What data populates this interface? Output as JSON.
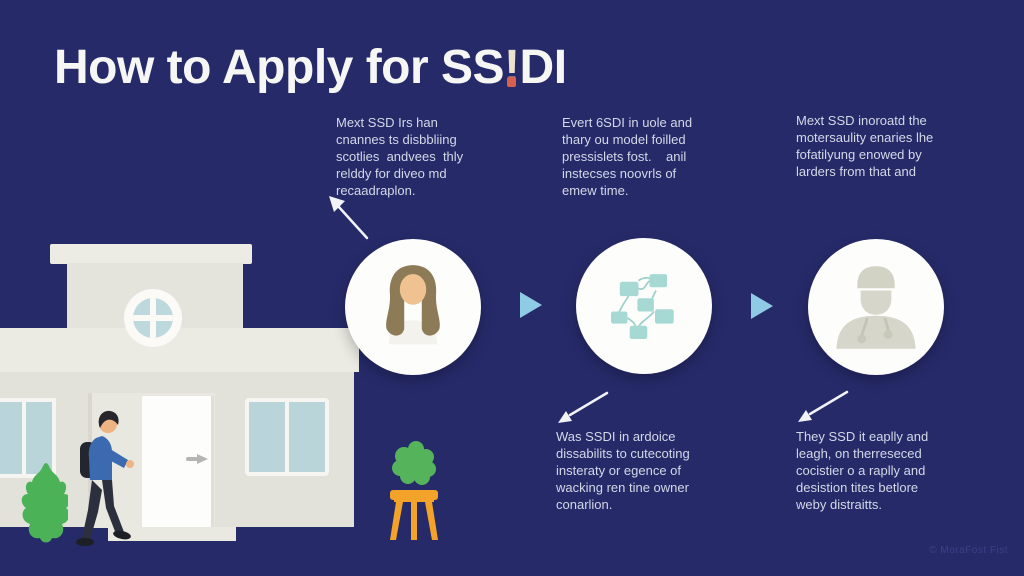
{
  "title": {
    "part1": "How to Apply for SS",
    "bang": "!",
    "part2": "DI"
  },
  "notes": {
    "top": [
      {
        "text": "Mext SSD Irs han\ncnannes ts disbbliing\nscotlies  andvees  thly\nrelddy for diveo md\nrecaadraplon."
      },
      {
        "text": "Evert 6SDI in uole and\nthary ou model foilled\npressislets fost.    anil\ninstecses noovrls of\nemew time."
      },
      {
        "text": "Mext SSD inoroatd the\nmotersaulity enaries lhe\nfofatilyung enowed by\nlarders from that and"
      }
    ],
    "bottom": [
      {
        "text": "Was SSDI in ardoice\ndissabilits to cutecoting\ninsteraty or egence of\nwacking ren tine owner\nconarlion."
      },
      {
        "text": "They SSD it eaplly and\nleagh, on therreseced\ncocistier o a raplly and\ndesistion tites betlore\nweby distraitts."
      }
    ]
  },
  "icons": {
    "step1": "applicant-avatar",
    "step2": "process-flowchart",
    "step3": "doctor-avatar",
    "flow": "play-triangle-arrow",
    "annotation": "diagonal-pointer-arrow",
    "scene": [
      "office-building",
      "walking-person",
      "bush",
      "plant-on-stool"
    ]
  },
  "watermark": "© MoraFost Fist",
  "colors": {
    "background": "#262a69",
    "title_text": "#f6f6f4",
    "bang_bar": "#ece3cd",
    "bang_dot": "#d95f4f",
    "note_text": "#d3d8e8",
    "accent_light_blue": "#90cbe6",
    "building_wall": "#e4e4dd",
    "window_pane": "#b9d5da",
    "flowchart_teal": "#a6d9d4",
    "doctor_gray": "#d6d6ca",
    "hair_brown": "#8d7b58",
    "skin_tan": "#f0c191",
    "jacket_blue": "#3c6ab0",
    "plant_green": "#4cb257",
    "stool_orange": "#f4a32a"
  }
}
